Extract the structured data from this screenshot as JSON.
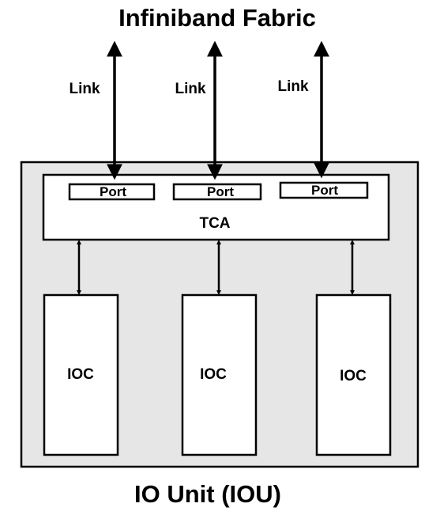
{
  "diagram": {
    "title": "Infiniband Fabric",
    "footer": "IO Unit (IOU)",
    "link_labels": [
      "Link",
      "Link",
      "Link"
    ],
    "tca": {
      "label": "TCA",
      "ports": [
        "Port",
        "Port",
        "Port"
      ]
    },
    "iocs": [
      "IOC",
      "IOC",
      "IOC"
    ],
    "colors": {
      "iou_fill": "#e6e6e6",
      "box_fill": "#ffffff",
      "stroke": "#000000"
    }
  }
}
